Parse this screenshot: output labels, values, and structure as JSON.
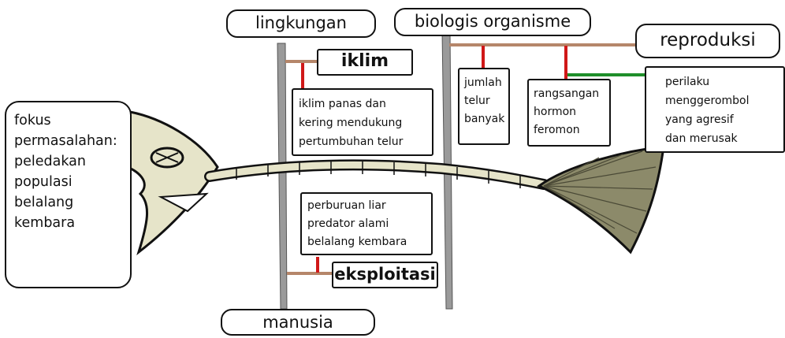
{
  "categories": {
    "lingkungan": "lingkungan",
    "biologis": "biologis organisme",
    "reproduksi": "reproduksi",
    "manusia": "manusia"
  },
  "causes": {
    "iklim": "iklim",
    "eksploitasi": "eksploitasi"
  },
  "details": {
    "iklim_detail": "iklim panas dan\nkering mendukung\npertumbuhan telur",
    "perburuan": "perburuan liar\npredator alami\nbelalang kembara",
    "jumlah_telur": "jumlah\ntelur\nbanyak",
    "rangsangan": "rangsangan\nhormon\nferomon",
    "perilaku": "perilaku\nmenggerombol\nyang agresif\ndan merusak"
  },
  "focus": {
    "problem": "fokus\npermasalahan:\npeledakan\npopulasi\nbelalang\nkembara"
  },
  "colors": {
    "ink": "#111111",
    "bone": "#e6e4c9",
    "tail": "#8c8a6a",
    "red_link": "#d01818",
    "green_link": "#1f8f2a",
    "brown_link": "#b5866a"
  }
}
